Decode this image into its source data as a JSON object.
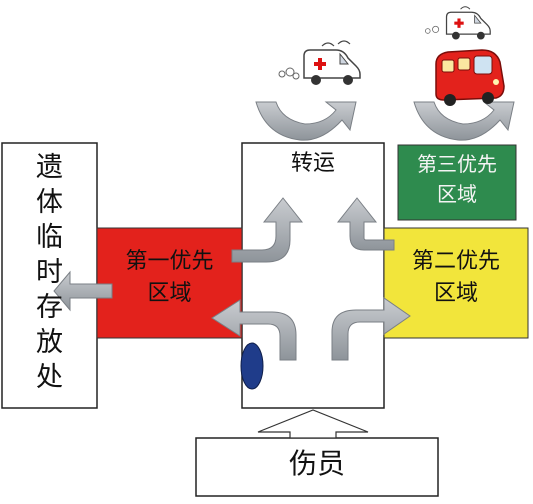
{
  "diagram": {
    "morgue": {
      "label": "遗\n体\n临\n时\n存\n放\n处"
    },
    "transfer": {
      "label": "转运"
    },
    "first_priority": {
      "label": "第一优先\n区域",
      "color": "#e3221c"
    },
    "second_priority": {
      "label": "第二优先\n区域",
      "color": "#f2e53b"
    },
    "third_priority": {
      "label": "第三优先\n区域",
      "color": "#2e8b4e"
    },
    "casualties": {
      "label": "伤员"
    },
    "arrow_color": "#9aa0a6",
    "marker_color": "#1f3c8a",
    "vehicles": [
      "ambulance-icon",
      "ambulance-icon",
      "bus-icon"
    ]
  }
}
